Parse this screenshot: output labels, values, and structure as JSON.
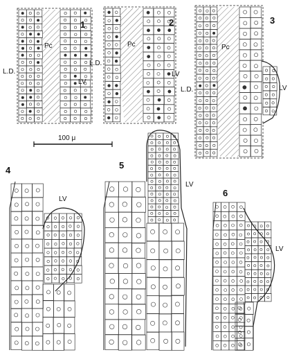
{
  "figure": {
    "panels": [
      {
        "number": "1",
        "labels": [
          "Pc",
          "L.D.",
          "LV"
        ]
      },
      {
        "number": "2",
        "labels": [
          "Pc",
          "L.D.",
          "LV"
        ]
      },
      {
        "number": "3",
        "labels": [
          "Pc",
          "L.D.",
          "LV"
        ]
      },
      {
        "number": "4",
        "labels": [
          "LV"
        ]
      },
      {
        "number": "5",
        "labels": [
          "LV"
        ]
      },
      {
        "number": "6",
        "labels": [
          "LV"
        ]
      }
    ],
    "scale_bar": {
      "label": "100 μ"
    }
  }
}
